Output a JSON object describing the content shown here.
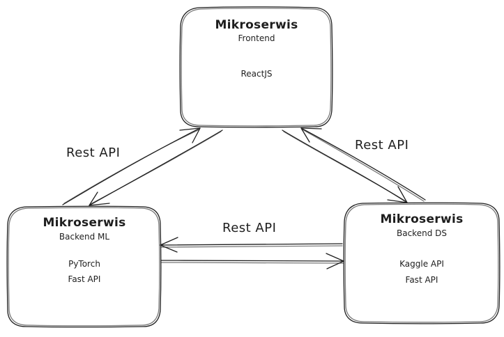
{
  "nodes": {
    "frontend": {
      "title": "Mikroserwis",
      "subtitle": "Frontend",
      "tech": [
        "ReactJS"
      ]
    },
    "backend_ml": {
      "title": "Mikroserwis",
      "subtitle": "Backend ML",
      "tech": [
        "PyTorch",
        "Fast API"
      ]
    },
    "backend_ds": {
      "title": "Mikroserwis",
      "subtitle": "Backend DS",
      "tech": [
        "Kaggle API",
        "Fast API"
      ]
    }
  },
  "edges": {
    "frontend_ml": {
      "label": "Rest API"
    },
    "frontend_ds": {
      "label": "Rest API"
    },
    "ml_ds": {
      "label": "Rest API"
    }
  },
  "colors": {
    "stroke": "#1e1e1e",
    "background": "#ffffff"
  }
}
